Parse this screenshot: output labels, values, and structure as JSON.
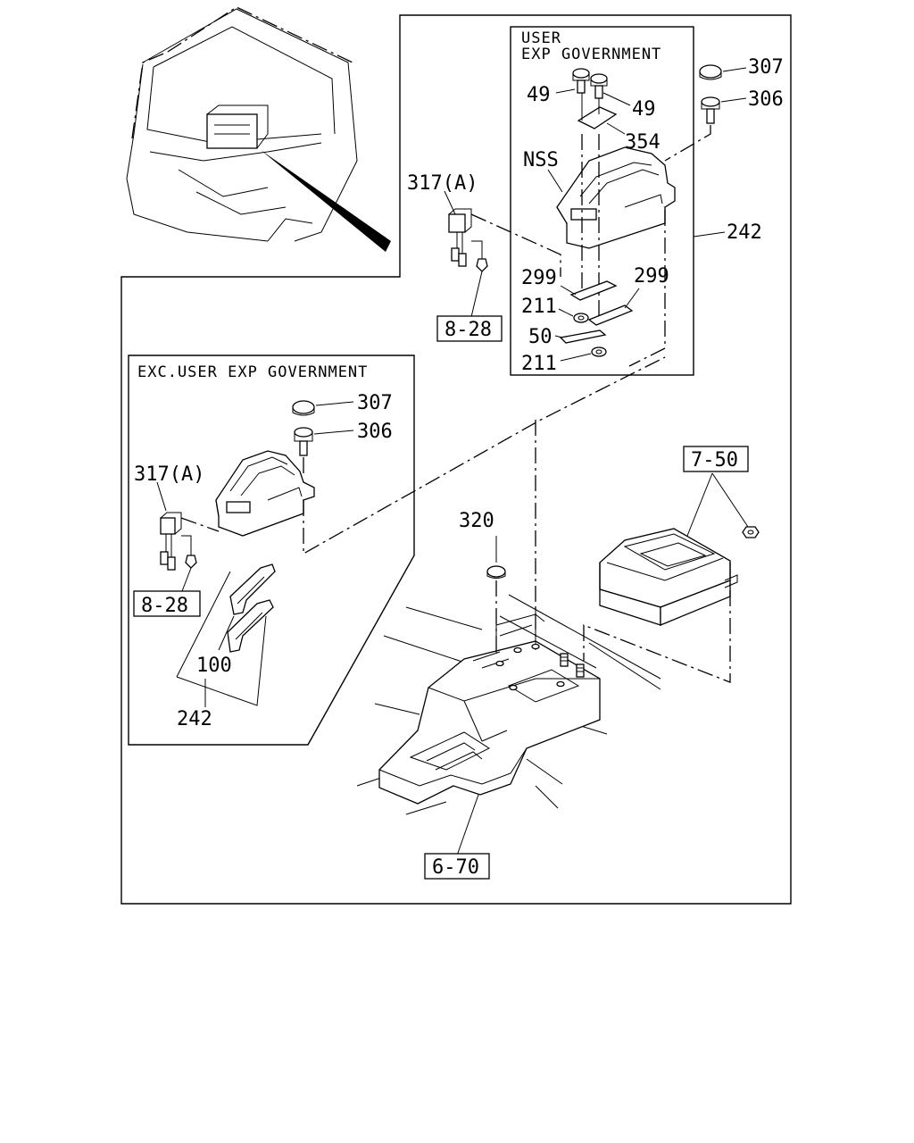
{
  "panels": {
    "user_exp": {
      "title_line1": "USER",
      "title_line2": "EXP GOVERNMENT"
    },
    "exc_user_exp": {
      "title": "EXC.USER EXP GOVERNMENT"
    }
  },
  "callouts": {
    "c307_top": "307",
    "c306_top": "306",
    "c49_left": "49",
    "c49_right": "49",
    "c354": "354",
    "nss": "NSS",
    "c242_right": "242",
    "c299_left": "299",
    "c299_right": "299",
    "c211_upper": "211",
    "c50": "50",
    "c211_lower": "211",
    "c317a_top": "317(A)",
    "c307_mid": "307",
    "c306_mid": "306",
    "c317a_mid": "317(A)",
    "c100": "100",
    "c242_left": "242",
    "c320": "320"
  },
  "references": {
    "r828_top": "8-28",
    "r828_mid": "8-28",
    "r750": "7-50",
    "r670": "6-70"
  }
}
